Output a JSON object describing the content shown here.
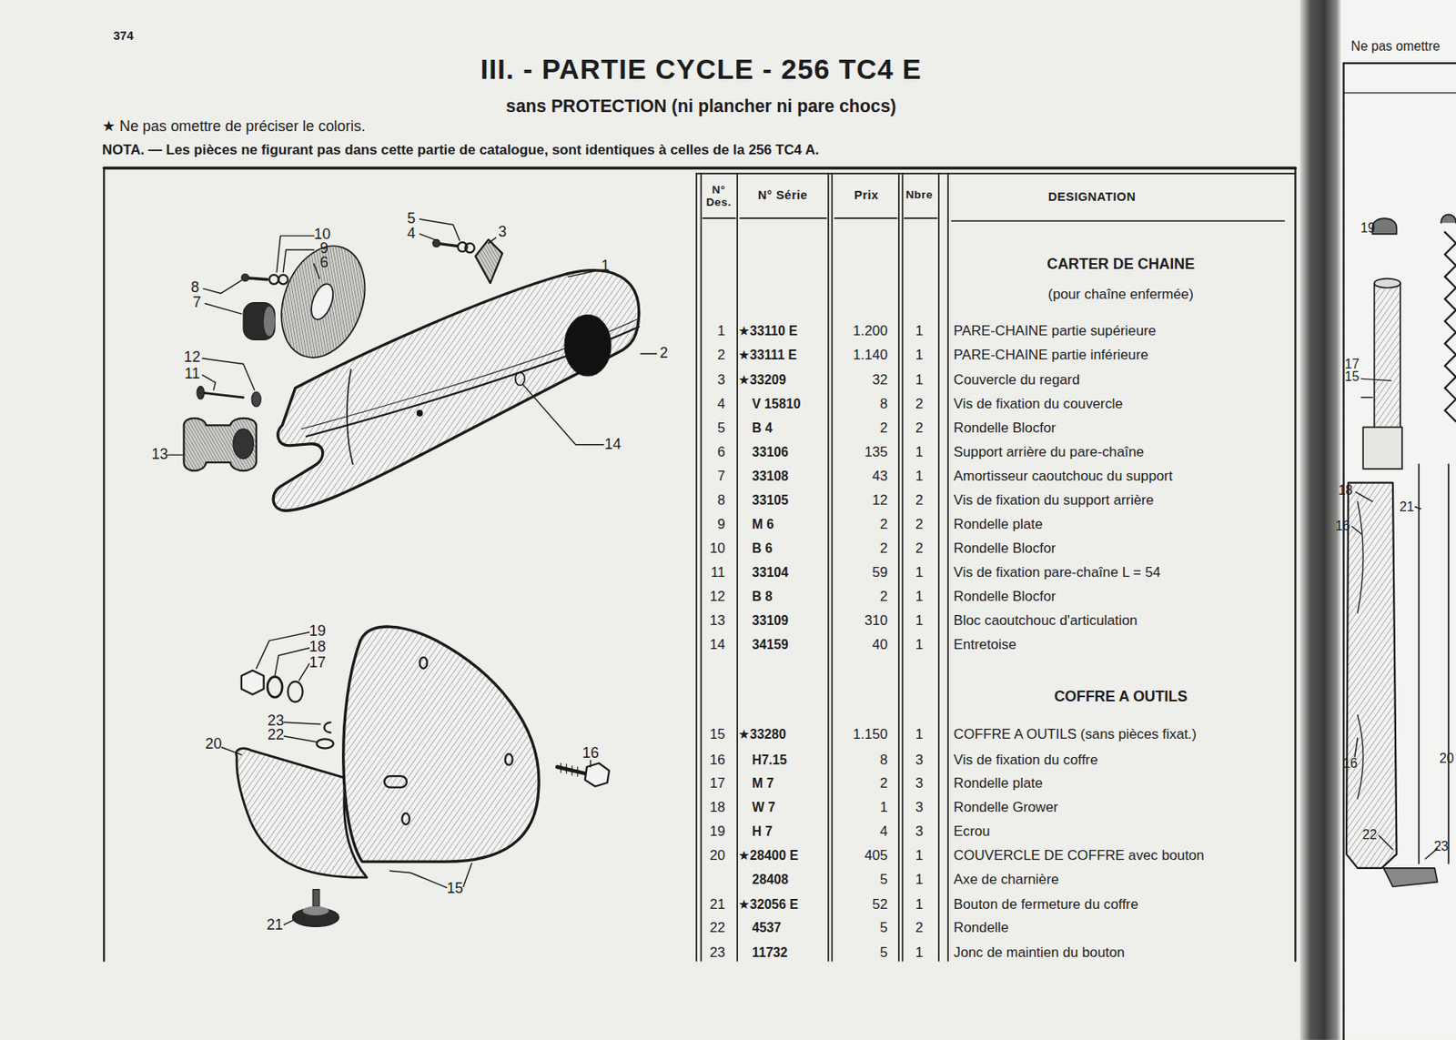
{
  "diagram": {
    "title": "III. - PARTIE CYCLE - 256 TC4 E",
    "labels": [
      "374",
      "sans PROTECTION (ni plancher ni pare chocs)",
      "★ Ne pas omettre de préciser le coloris.",
      "NOTA. — Les pièces ne figurant pas dans cette partie de catalogue, sont identiques à celles de la 256 TC4 A.",
      "N° Des.",
      "N° Série",
      "Prix",
      "Nbre",
      "DESIGNATION",
      "CARTER DE CHAINE",
      "(pour chaîne enfermée)",
      "1",
      "★33110 E",
      "1.200",
      "1",
      "PARE-CHAINE partie supérieure",
      "2",
      "★33111 E",
      "1.140",
      "1",
      "PARE-CHAINE partie inférieure",
      "3",
      "★33209",
      "32",
      "1",
      "Couvercle du regard",
      "4",
      "V 15810",
      "8",
      "2",
      "Vis de fixation du couvercle",
      "5",
      "B 4",
      "2",
      "2",
      "Rondelle Blocfor",
      "6",
      "33106",
      "135",
      "1",
      "Support arrière du pare-chaîne",
      "7",
      "33108",
      "43",
      "1",
      "Amortisseur caoutchouc du support",
      "8",
      "33105",
      "12",
      "2",
      "Vis de fixation du support arrière",
      "9",
      "M 6",
      "2",
      "2",
      "Rondelle plate",
      "10",
      "B 6",
      "2",
      "2",
      "Rondelle Blocfor",
      "11",
      "33104",
      "59",
      "1",
      "Vis de fixation pare-chaîne L = 54",
      "12",
      "B 8",
      "2",
      "1",
      "Rondelle Blocfor",
      "13",
      "33109",
      "310",
      "1",
      "Bloc caoutchouc d'articulation",
      "14",
      "34159",
      "40",
      "1",
      "Entretoise",
      "COFFRE A OUTILS",
      "15",
      "★33280",
      "1.150",
      "1",
      "COFFRE A OUTILS (sans pièces fixat.)",
      "16",
      "H7.15",
      "8",
      "3",
      "Vis de fixation du coffre",
      "17",
      "M 7",
      "2",
      "3",
      "Rondelle plate",
      "18",
      "W 7",
      "1",
      "3",
      "Rondelle Grower",
      "19",
      "H 7",
      "4",
      "3",
      "Ecrou",
      "20",
      "★28400 E",
      "405",
      "1",
      "COUVERCLE DE COFFRE avec bouton",
      "28408",
      "5",
      "1",
      "Axe de charnière",
      "21",
      "★32056 E",
      "52",
      "1",
      "Bouton de fermeture du coffre",
      "22",
      "4537",
      "5",
      "2",
      "Rondelle",
      "23",
      "11732",
      "5",
      "1",
      "Jonc de maintien du bouton",
      "10",
      "9",
      "6",
      "5",
      "4",
      "3",
      "1",
      "8",
      "7",
      "12",
      "11",
      "2",
      "13",
      "14",
      "19",
      "18",
      "17",
      "23",
      "22",
      "20",
      "16",
      "15",
      "21",
      "Ne pas omettre",
      "19",
      "17",
      "15",
      "18",
      "21",
      "16",
      "16",
      "20",
      "22",
      "23"
    ]
  }
}
